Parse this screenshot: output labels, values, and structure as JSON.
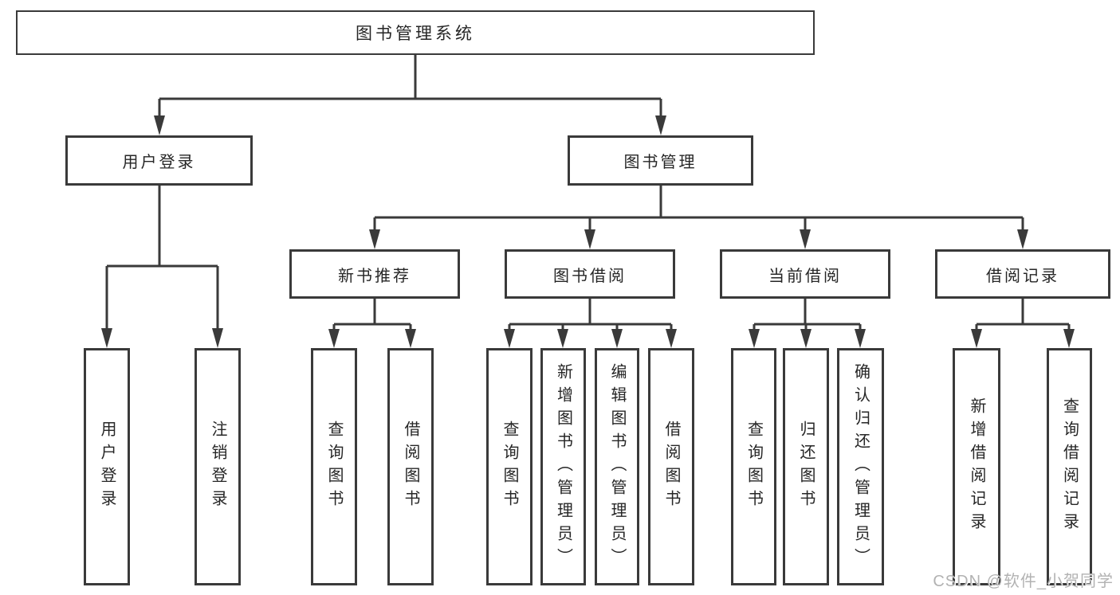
{
  "diagram": {
    "type": "hierarchy-tree",
    "language": "zh-CN",
    "line_color": "#3a3a3a",
    "box_fill": "#ffffff",
    "text_color": "#262626",
    "background": "#ffffff"
  },
  "nodes": {
    "root": {
      "label": "图书管理系统"
    },
    "user_login": {
      "label": "用户登录"
    },
    "book_mgmt": {
      "label": "图书管理"
    },
    "new_book_rec": {
      "label": "新书推荐"
    },
    "book_borrow": {
      "label": "图书借阅"
    },
    "current_borrow": {
      "label": "当前借阅"
    },
    "borrow_record": {
      "label": "借阅记录"
    },
    "ul_user_login": {
      "label": "用户登录"
    },
    "ul_logout": {
      "label": "注销登录"
    },
    "nb_query_book": {
      "label": "查询图书"
    },
    "nb_borrow_book": {
      "label": "借阅图书"
    },
    "bb_query_book": {
      "label": "查询图书"
    },
    "bb_add_book": {
      "label": "新增图书（管理员）"
    },
    "bb_edit_book": {
      "label": "编辑图书（管理员）"
    },
    "bb_borrow_book": {
      "label": "借阅图书"
    },
    "cb_query_book": {
      "label": "查询图书"
    },
    "cb_return_book": {
      "label": "归还图书"
    },
    "cb_confirm_return": {
      "label": "确认归还（管理员）"
    },
    "br_add_record": {
      "label": "新增借阅记录"
    },
    "br_query_record": {
      "label": "查询借阅记录"
    }
  },
  "tree": {
    "label": "图书管理系统",
    "children": [
      {
        "label": "用户登录",
        "children": [
          {
            "label": "用户登录"
          },
          {
            "label": "注销登录"
          }
        ]
      },
      {
        "label": "图书管理",
        "children": [
          {
            "label": "新书推荐",
            "children": [
              {
                "label": "查询图书"
              },
              {
                "label": "借阅图书"
              }
            ]
          },
          {
            "label": "图书借阅",
            "children": [
              {
                "label": "查询图书"
              },
              {
                "label": "新增图书（管理员）"
              },
              {
                "label": "编辑图书（管理员）"
              },
              {
                "label": "借阅图书"
              }
            ]
          },
          {
            "label": "当前借阅",
            "children": [
              {
                "label": "查询图书"
              },
              {
                "label": "归还图书"
              },
              {
                "label": "确认归还（管理员）"
              }
            ]
          },
          {
            "label": "借阅记录",
            "children": [
              {
                "label": "新增借阅记录"
              },
              {
                "label": "查询借阅记录"
              }
            ]
          }
        ]
      }
    ]
  },
  "watermark": {
    "text": "CSDN @软件_小贺同学",
    "color": "#b2b2b2"
  }
}
